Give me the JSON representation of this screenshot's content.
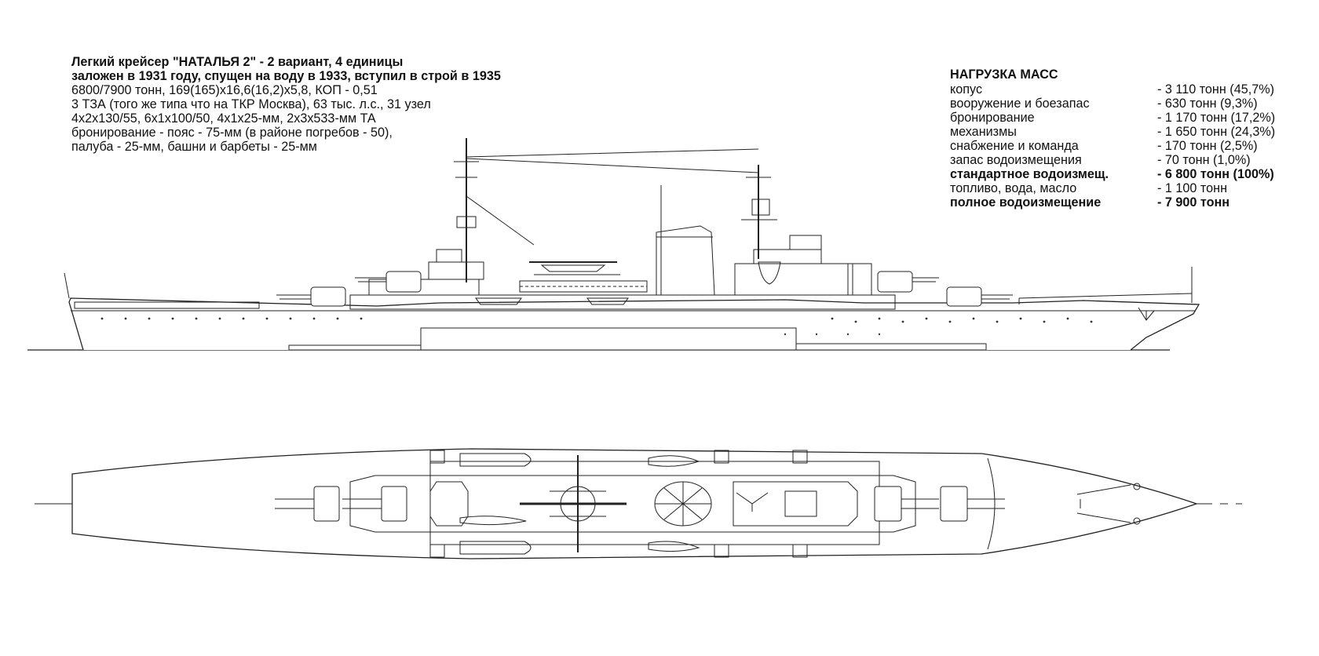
{
  "spec": {
    "lines": [
      "Легкий крейсер \"НАТАЛЬЯ 2\" - 2 вариант, 4 единицы",
      "заложен в 1931 году, спущен на воду в 1933, вступил в строй в 1935",
      "6800/7900 тонн, 169(165)x16,6(16,2)x5,8, КОП - 0,51",
      "3 ТЗА (того же типа что на ТКР Москва), 63 тыс. л.с., 31 узел",
      "4x2x130/55, 6x1x100/50, 4x1x25-мм, 2x3x533-мм ТА",
      "бронирование - пояс - 75-мм (в районе погребов - 50),",
      "палуба - 25-мм, башни и барбеты - 25-мм"
    ]
  },
  "mass": {
    "title": "НАГРУЗКА МАСС",
    "rows": [
      {
        "label": "копус",
        "value": "- 3 110 тонн (45,7%)"
      },
      {
        "label": "вооружение и боезапас",
        "value": "- 630 тонн (9,3%)"
      },
      {
        "label": "бронирование",
        "value": "- 1 170 тонн (17,2%)"
      },
      {
        "label": "механизмы",
        "value": "- 1 650 тонн (24,3%)"
      },
      {
        "label": "снабжение и команда",
        "value": "- 170 тонн (2,5%)"
      },
      {
        "label": "запас водоизмещения",
        "value": "- 70 тонн (1,0%)"
      },
      {
        "label": "стандартное водоизмещ.",
        "value": "- 6 800 тонн (100%)"
      },
      {
        "label": "топливо, вода, масло",
        "value": "- 1 100 тонн"
      },
      {
        "label": "полное водоизмещение",
        "value": "- 7 900 тонн"
      }
    ]
  }
}
